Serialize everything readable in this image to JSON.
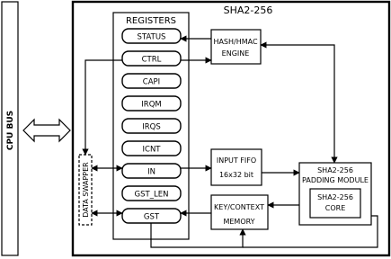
{
  "cpu_bus_label": "CPU BUS",
  "module_title": "SHA2-256",
  "registers_header": "REGISTERS",
  "registers": [
    "STATUS",
    "CTRL",
    "CAPI",
    "IRQM",
    "IRQS",
    "ICNT",
    "IN",
    "GST_LEN",
    "GST"
  ],
  "data_swapper_label": "DATA SWAPPER",
  "hash_engine": {
    "line1": "HASH/HMAC",
    "line2": "ENGINE"
  },
  "input_fifo": {
    "line1": "INPUT FIFO",
    "line2": "16x32 bit"
  },
  "key_context": {
    "line1": "KEY/CONTEXT",
    "line2": "MEMORY"
  },
  "padding_module": {
    "line1": "SHA2-256",
    "line2": "PADDING MODULE"
  },
  "core": {
    "line1": "SHA2-256",
    "line2": "CORE"
  }
}
